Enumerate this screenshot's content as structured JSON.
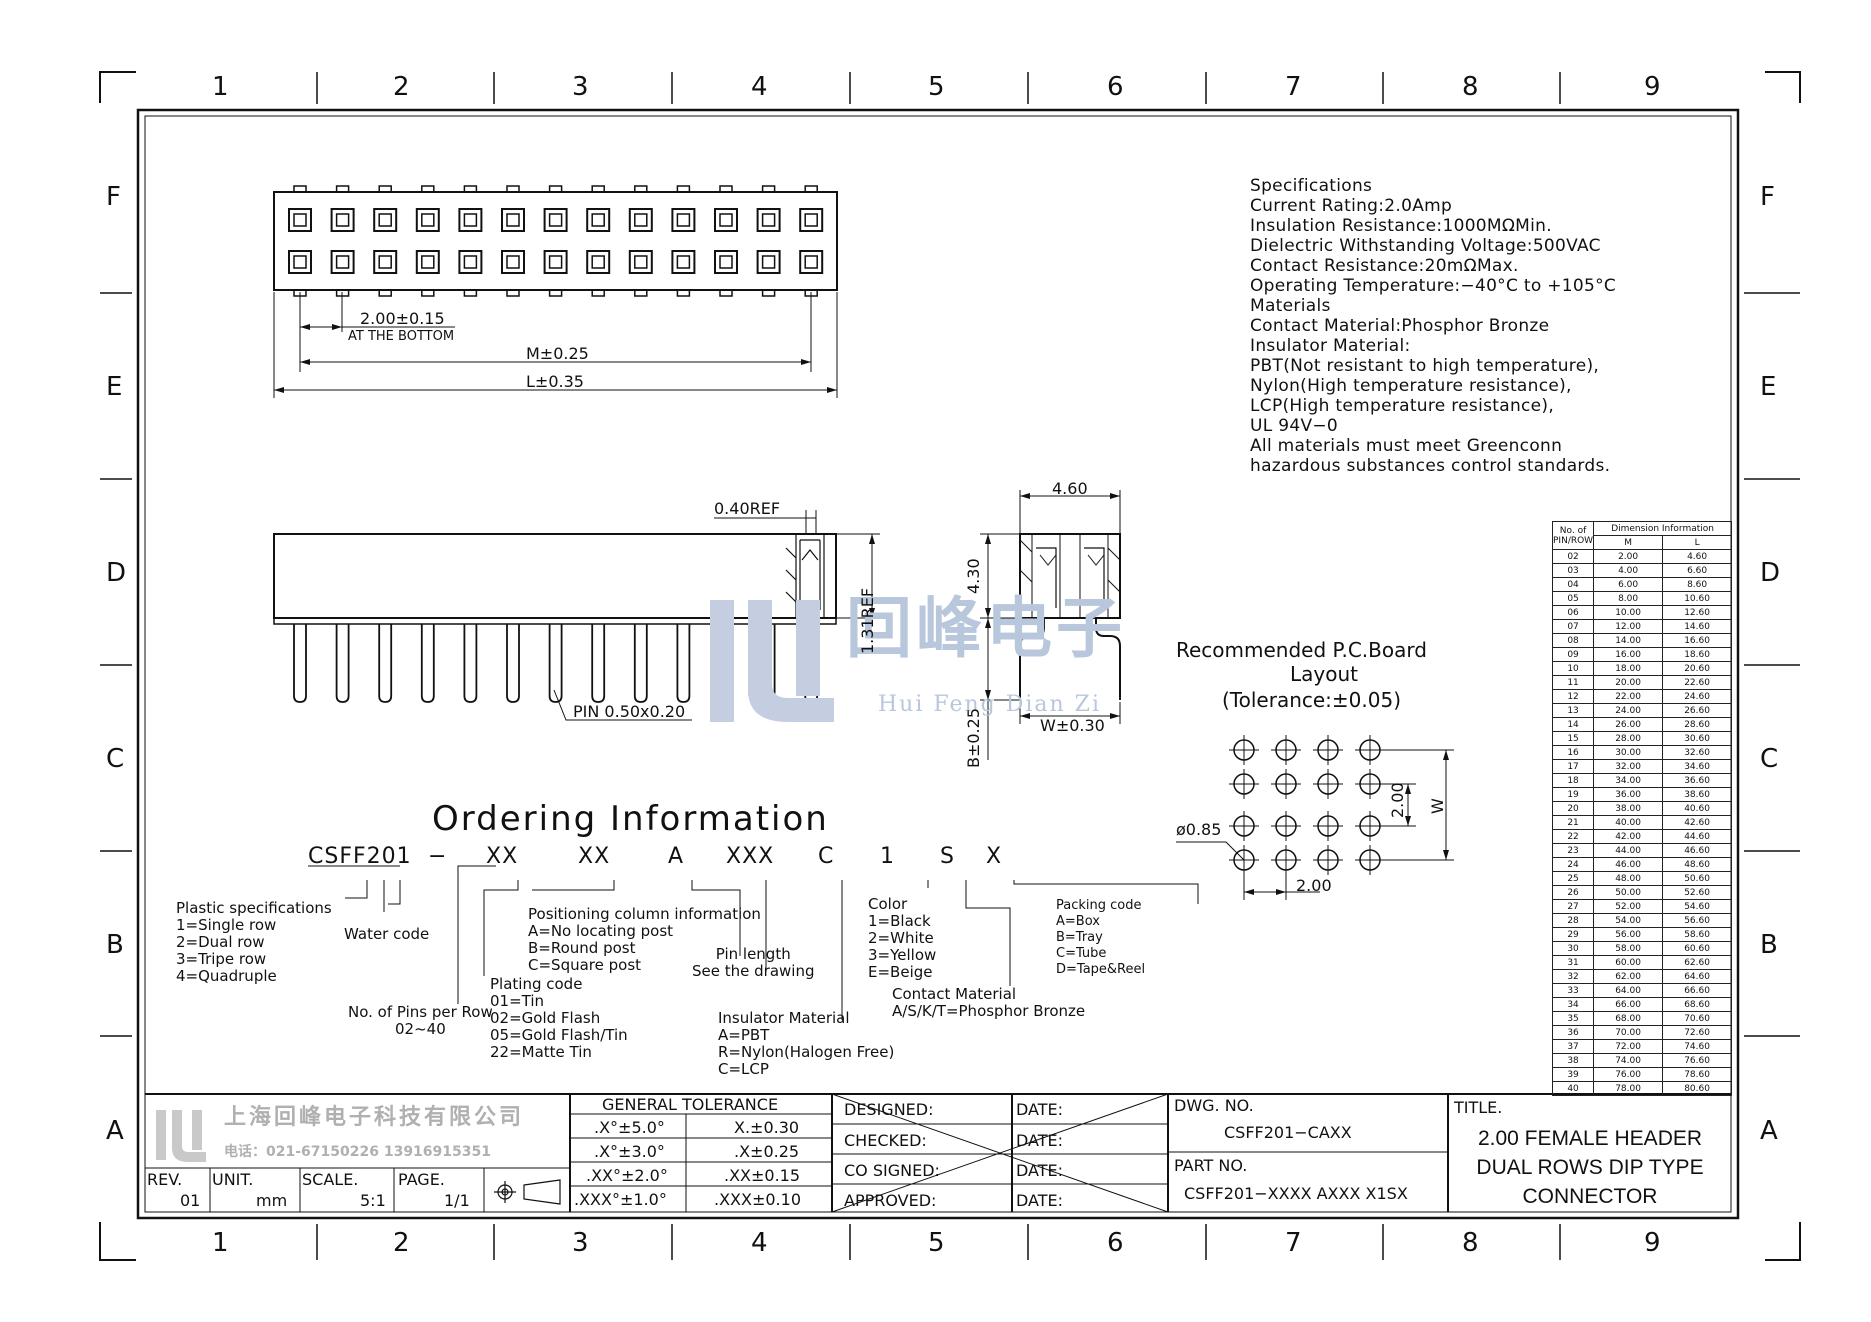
{
  "zones": {
    "columns": [
      "1",
      "2",
      "3",
      "4",
      "5",
      "6",
      "7",
      "8",
      "9"
    ],
    "rows": [
      "F",
      "E",
      "D",
      "C",
      "B",
      "A"
    ]
  },
  "watermark": {
    "cn": "回峰电子",
    "en": "Hui Feng Dian Zi"
  },
  "specifications": [
    "Specifications",
    "Current  Rating:2.0Amp",
    "Insulation  Resistance:1000MΩMin.",
    "Dielectric  Withstanding  Voltage:500VAC",
    "Contact  Resistance:20mΩMax.",
    "Operating  Temperature:−40°C  to  +105°C",
    "Materials",
    "Contact  Material:Phosphor  Bronze",
    "Insulator  Material:",
    "PBT(Not  resistant  to  high  temperature),",
    "Nylon(High  temperature  resistance),",
    "LCP(High  temperature  resistance),",
    "UL  94V−0",
    "All  materials  must  meet  Greenconn",
    "hazardous  substances  control  standards."
  ],
  "top_view": {
    "pitch_label": "2.00±0.15",
    "bottom_note": "AT  THE  BOTTOM",
    "m_label": "M±0.25",
    "l_label": "L±0.35"
  },
  "side_view": {
    "ref1": "0.40REF",
    "ref2": "1.31REF",
    "pin_label": "PIN  0.50x0.20"
  },
  "end_view": {
    "width_label": "4.60",
    "height_label": "4.30",
    "w_label": "W±0.30",
    "b_label": "B±0.25"
  },
  "pcb_layout": {
    "title_line1": "Recommended  P.C.Board",
    "title_line2": "Layout",
    "tolerance": "(Tolerance:±0.05)",
    "hole_label": "ø0.85",
    "pitch_v": "2.00",
    "pitch_h": "2.00",
    "w_label": "W"
  },
  "ordering": {
    "title": "Ordering  Information",
    "code_parts": [
      "CSFF201",
      "−",
      "XX",
      "XX",
      "A",
      "XXX",
      "C",
      "1",
      "S",
      "X"
    ],
    "plastic": [
      "Plastic  specifications",
      "1=Single  row",
      "2=Dual  row",
      "3=Tripe  row",
      "4=Quadruple"
    ],
    "water": [
      "Water  code"
    ],
    "pins": [
      "No.  of  Pins  per  Row",
      "02~40"
    ],
    "plating": [
      "Plating  code",
      "01=Tin",
      "02=Gold  Flash",
      "05=Gold  Flash/Tin",
      "22=Matte  Tin"
    ],
    "positioning": [
      "Positioning  column  information",
      "A=No  locating  post",
      "B=Round  post",
      "C=Square  post"
    ],
    "pin_length": [
      "Pin  length",
      "See  the  drawing"
    ],
    "insulator": [
      "Insulator  Material",
      "A=PBT",
      "R=Nylon(Halogen  Free)",
      "C=LCP"
    ],
    "color": [
      "Color",
      "1=Black",
      "2=White",
      "3=Yellow",
      "E=Beige"
    ],
    "contact": [
      "Contact  Material",
      "A/S/K/T=Phosphor  Bronze"
    ],
    "packing": [
      "Packing  code",
      "A=Box",
      "B=Tray",
      "C=Tube",
      "D=Tape&Reel"
    ]
  },
  "dimension_table": {
    "header_pin": [
      "No.  of",
      "PIN/ROW"
    ],
    "header_group": "Dimension  Information",
    "header_m": "M",
    "header_l": "L",
    "rows": [
      [
        "02",
        "2.00",
        "4.60"
      ],
      [
        "03",
        "4.00",
        "6.60"
      ],
      [
        "04",
        "6.00",
        "8.60"
      ],
      [
        "05",
        "8.00",
        "10.60"
      ],
      [
        "06",
        "10.00",
        "12.60"
      ],
      [
        "07",
        "12.00",
        "14.60"
      ],
      [
        "08",
        "14.00",
        "16.60"
      ],
      [
        "09",
        "16.00",
        "18.60"
      ],
      [
        "10",
        "18.00",
        "20.60"
      ],
      [
        "11",
        "20.00",
        "22.60"
      ],
      [
        "12",
        "22.00",
        "24.60"
      ],
      [
        "13",
        "24.00",
        "26.60"
      ],
      [
        "14",
        "26.00",
        "28.60"
      ],
      [
        "15",
        "28.00",
        "30.60"
      ],
      [
        "16",
        "30.00",
        "32.60"
      ],
      [
        "17",
        "32.00",
        "34.60"
      ],
      [
        "18",
        "34.00",
        "36.60"
      ],
      [
        "19",
        "36.00",
        "38.60"
      ],
      [
        "20",
        "38.00",
        "40.60"
      ],
      [
        "21",
        "40.00",
        "42.60"
      ],
      [
        "22",
        "42.00",
        "44.60"
      ],
      [
        "23",
        "44.00",
        "46.60"
      ],
      [
        "24",
        "46.00",
        "48.60"
      ],
      [
        "25",
        "48.00",
        "50.60"
      ],
      [
        "26",
        "50.00",
        "52.60"
      ],
      [
        "27",
        "52.00",
        "54.60"
      ],
      [
        "28",
        "54.00",
        "56.60"
      ],
      [
        "29",
        "56.00",
        "58.60"
      ],
      [
        "30",
        "58.00",
        "60.60"
      ],
      [
        "31",
        "60.00",
        "62.60"
      ],
      [
        "32",
        "62.00",
        "64.60"
      ],
      [
        "33",
        "64.00",
        "66.60"
      ],
      [
        "34",
        "66.00",
        "68.60"
      ],
      [
        "35",
        "68.00",
        "70.60"
      ],
      [
        "36",
        "70.00",
        "72.60"
      ],
      [
        "37",
        "72.00",
        "74.60"
      ],
      [
        "38",
        "74.00",
        "76.60"
      ],
      [
        "39",
        "76.00",
        "78.60"
      ],
      [
        "40",
        "78.00",
        "80.60"
      ]
    ]
  },
  "title_block": {
    "company": "上海回峰电子科技有限公司",
    "phone": "电话：021-67150226  13916915351",
    "rev_label": "REV.",
    "rev_value": "01",
    "unit_label": "UNIT.",
    "unit_value": "mm",
    "scale_label": "SCALE.",
    "scale_value": "5:1",
    "page_label": "PAGE.",
    "page_value": "1/1",
    "tolerance_title": "GENERAL  TOLERANCE",
    "tolerance_rows": [
      [
        ".X°±5.0°",
        "X.±0.30"
      ],
      [
        ".X°±3.0°",
        ".X±0.25"
      ],
      [
        ".XX°±2.0°",
        ".XX±0.15"
      ],
      [
        ".XXX°±1.0°",
        ".XXX±0.10"
      ]
    ],
    "approvals": [
      "DESIGNED:",
      "CHECKED:",
      "CO  SIGNED:",
      "APPROVED:"
    ],
    "date_label": "DATE:",
    "dwg_label": "DWG.  NO.",
    "dwg_value": "CSFF201−CAXX",
    "part_label": "PART  NO.",
    "part_value": "CSFF201−XXXX  AXXX  X1SX",
    "title_label": "TITLE.",
    "title_lines": [
      "2.00  FEMALE  HEADER",
      "DUAL  ROWS  DIP  TYPE",
      "CONNECTOR"
    ]
  }
}
